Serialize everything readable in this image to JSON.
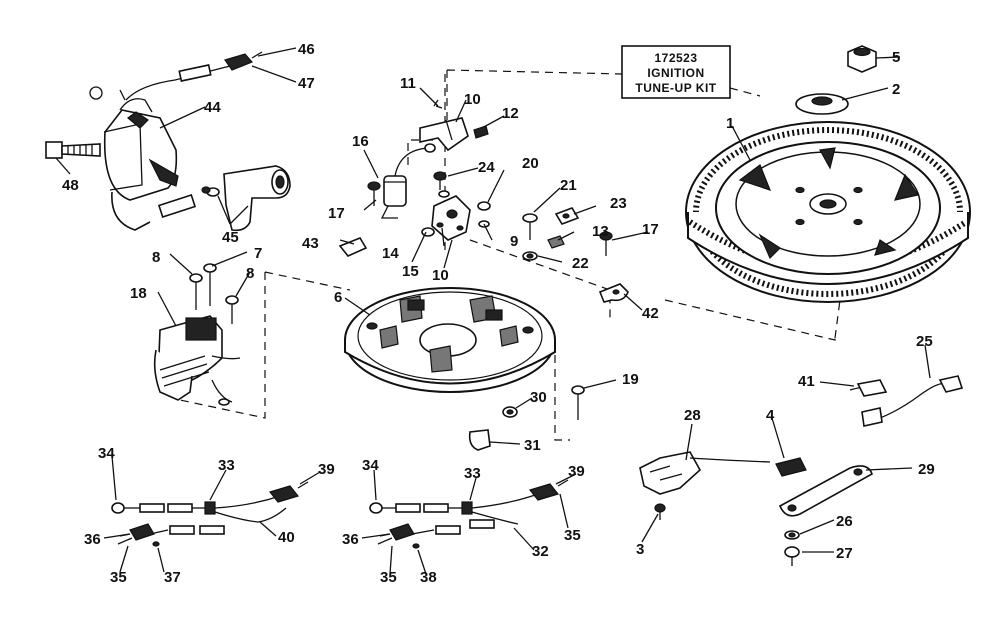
{
  "kit_box": {
    "line1": "172523",
    "line2": "IGNITION",
    "line3": "TUNE-UP KIT"
  },
  "callouts": [
    {
      "id": "c46",
      "text": "46"
    },
    {
      "id": "c47",
      "text": "47"
    },
    {
      "id": "c44",
      "text": "44"
    },
    {
      "id": "c48",
      "text": "48"
    },
    {
      "id": "c45",
      "text": "45"
    },
    {
      "id": "c11",
      "text": "11"
    },
    {
      "id": "c10a",
      "text": "10"
    },
    {
      "id": "c12",
      "text": "12"
    },
    {
      "id": "c16",
      "text": "16"
    },
    {
      "id": "c24",
      "text": "24"
    },
    {
      "id": "c20",
      "text": "20"
    },
    {
      "id": "c17a",
      "text": "17"
    },
    {
      "id": "c21",
      "text": "21"
    },
    {
      "id": "c23",
      "text": "23"
    },
    {
      "id": "c14",
      "text": "14"
    },
    {
      "id": "c9",
      "text": "9"
    },
    {
      "id": "c13",
      "text": "13"
    },
    {
      "id": "c43",
      "text": "43"
    },
    {
      "id": "c15",
      "text": "15"
    },
    {
      "id": "c10b",
      "text": "10"
    },
    {
      "id": "c22",
      "text": "22"
    },
    {
      "id": "c17b",
      "text": "17"
    },
    {
      "id": "c5",
      "text": "5"
    },
    {
      "id": "c2",
      "text": "2"
    },
    {
      "id": "c1",
      "text": "1"
    },
    {
      "id": "c7",
      "text": "7"
    },
    {
      "id": "c8a",
      "text": "8"
    },
    {
      "id": "c8b",
      "text": "8"
    },
    {
      "id": "c18",
      "text": "18"
    },
    {
      "id": "c6",
      "text": "6"
    },
    {
      "id": "c42",
      "text": "42"
    },
    {
      "id": "c25",
      "text": "25"
    },
    {
      "id": "c41",
      "text": "41"
    },
    {
      "id": "c19",
      "text": "19"
    },
    {
      "id": "c30",
      "text": "30"
    },
    {
      "id": "c31",
      "text": "31"
    },
    {
      "id": "c28",
      "text": "28"
    },
    {
      "id": "c4",
      "text": "4"
    },
    {
      "id": "c29",
      "text": "29"
    },
    {
      "id": "c34a",
      "text": "34"
    },
    {
      "id": "c33a",
      "text": "33"
    },
    {
      "id": "c39a",
      "text": "39"
    },
    {
      "id": "c40",
      "text": "40"
    },
    {
      "id": "c36a",
      "text": "36"
    },
    {
      "id": "c35a",
      "text": "35"
    },
    {
      "id": "c37",
      "text": "37"
    },
    {
      "id": "c34b",
      "text": "34"
    },
    {
      "id": "c33b",
      "text": "33"
    },
    {
      "id": "c39b",
      "text": "39"
    },
    {
      "id": "c35b",
      "text": "35"
    },
    {
      "id": "c32",
      "text": "32"
    },
    {
      "id": "c36b",
      "text": "36"
    },
    {
      "id": "c35c",
      "text": "35"
    },
    {
      "id": "c38",
      "text": "38"
    },
    {
      "id": "c3",
      "text": "3"
    },
    {
      "id": "c26",
      "text": "26"
    },
    {
      "id": "c27",
      "text": "27"
    }
  ]
}
